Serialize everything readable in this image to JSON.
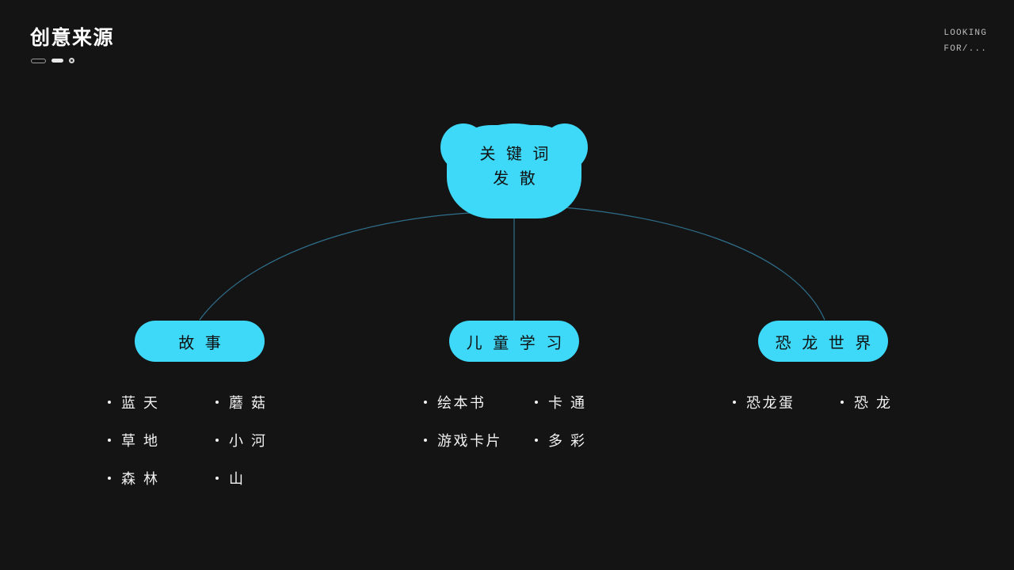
{
  "header": {
    "title": "创意来源",
    "corner_note_line1": "LOOKING",
    "corner_note_line2": "FOR/..."
  },
  "colors": {
    "background": "#141414",
    "node_fill": "#3ed8f8",
    "node_text": "#101010",
    "connector": "#2f6f8c",
    "body_text": "#f2f2f2"
  },
  "mindmap": {
    "root": {
      "shape": "bear-cloud",
      "line1": "关 键 词",
      "line2": "发 散"
    },
    "branches": [
      {
        "label": "故    事",
        "keywords_col1": [
          "蓝 天",
          "草 地",
          "森 林"
        ],
        "keywords_col2": [
          "蘑 菇",
          "小 河",
          "山"
        ]
      },
      {
        "label": "儿 童 学 习",
        "keywords_col1": [
          "绘本书",
          "游戏卡片"
        ],
        "keywords_col2": [
          "卡 通",
          "多 彩"
        ]
      },
      {
        "label": "恐 龙 世 界",
        "keywords_col1": [
          "恐龙蛋"
        ],
        "keywords_col2": [
          "恐 龙"
        ]
      }
    ]
  }
}
